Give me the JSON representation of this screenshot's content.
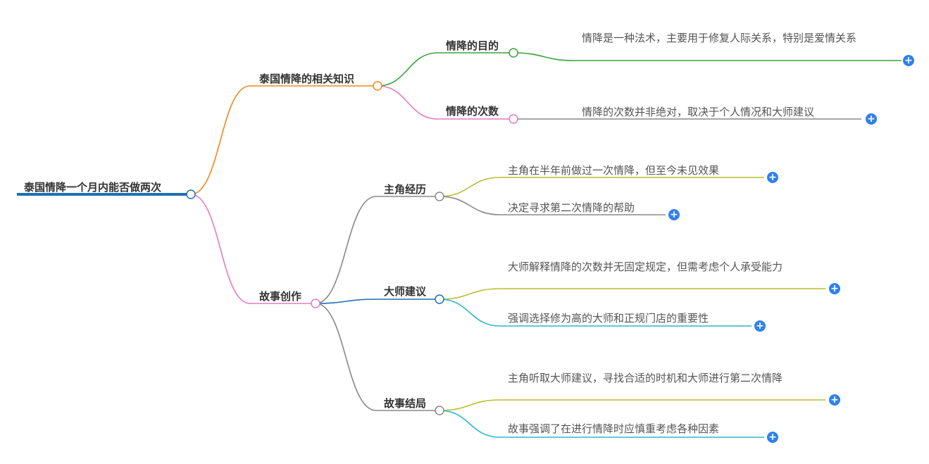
{
  "root": {
    "label": "泰国情降一个月内能否做两次",
    "color": "#1f6fb2"
  },
  "branches": [
    {
      "label": "泰国情降的相关知识",
      "color": "#f0891a",
      "children": [
        {
          "label": "情降的目的",
          "color": "#3aa33a",
          "leaves": [
            {
              "text": "情降是一种法术，主要用于修复人际关系，特别是爱情关系",
              "color": "#3aa33a"
            }
          ]
        },
        {
          "label": "情降的次数",
          "color": "#e27bc3",
          "leaves": [
            {
              "text": "情降的次数并非绝对，取决于个人情况和大师建议",
              "color": "#888888"
            }
          ]
        }
      ]
    },
    {
      "label": "故事创作",
      "color": "#e27bc3",
      "children": [
        {
          "label": "主角经历",
          "color": "#888888",
          "leaves": [
            {
              "text": "主角在半年前做过一次情降，但至今未见效果",
              "color": "#bcbc2e"
            },
            {
              "text": "决定寻求第二次情降的帮助",
              "color": "#888888"
            }
          ]
        },
        {
          "label": "大师建议",
          "color": "#1f6fb2",
          "leaves": [
            {
              "text": "大师解释情降的次数并无固定规定，但需考虑个人承受能力",
              "color": "#bcbc2e"
            },
            {
              "text": "强调选择修为高的大师和正规门店的重要性",
              "color": "#2ab8c8"
            }
          ]
        },
        {
          "label": "故事结局",
          "color": "#888888",
          "leaves": [
            {
              "text": "主角听取大师建议，寻找合适的时机和大师进行第二次情降",
              "color": "#bcbc2e"
            },
            {
              "text": "故事强调了在进行情降时应慎重考虑各种因素",
              "color": "#2ab8c8"
            }
          ]
        }
      ]
    }
  ]
}
